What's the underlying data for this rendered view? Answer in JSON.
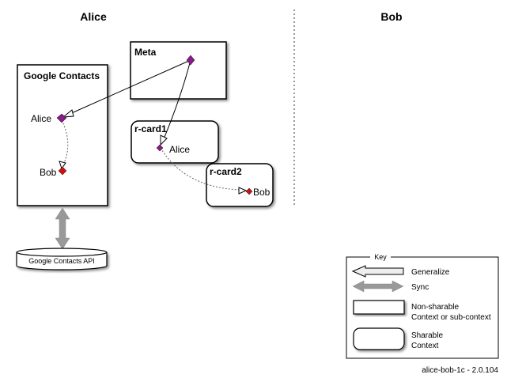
{
  "columns": {
    "left": "Alice",
    "right": "Bob"
  },
  "boxes": {
    "google_contacts": {
      "title": "Google Contacts",
      "items": [
        "Alice",
        "Bob"
      ]
    },
    "meta": {
      "title": "Meta"
    },
    "rcard1": {
      "title": "r-card1",
      "item": "Alice"
    },
    "rcard2": {
      "title": "r-card2",
      "item": "Bob"
    }
  },
  "api": {
    "label": "Google Contacts API"
  },
  "key": {
    "title": "Key",
    "generalize": "Generalize",
    "sync": "Sync",
    "nonsharable_line1": "Non-sharable",
    "nonsharable_line2": "Context or sub-context",
    "sharable_line1": "Sharable",
    "sharable_line2": "Context"
  },
  "footer": "alice-bob-1c - 2.0.104",
  "colors": {
    "purple": "#8b1a8b",
    "red": "#d01010",
    "gray": "#999999"
  }
}
